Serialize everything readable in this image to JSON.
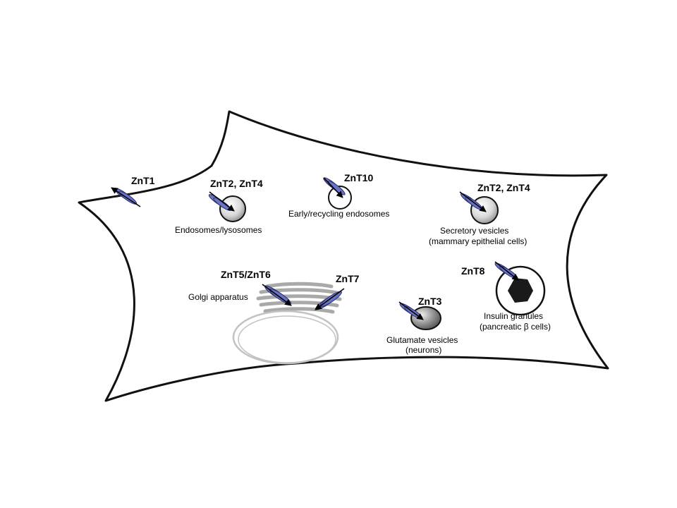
{
  "colors": {
    "transporter": "#6a74c4",
    "transporter_edge": "#2b2f6b",
    "membrane": "#111111",
    "golgi": "#a9a9a9",
    "nucleus": "#c8c8c8",
    "granule_core": "#1a1a1a"
  },
  "transporters": {
    "znt1": "ZnT1",
    "znt2_znt4_endo": "ZnT2, ZnT4",
    "znt10": "ZnT10",
    "znt2_znt4_secretory": "ZnT2, ZnT4",
    "znt5_znt6": "ZnT5/ZnT6",
    "znt7": "ZnT7",
    "znt3": "ZnT3",
    "znt8": "ZnT8"
  },
  "organelles": {
    "endosomes_lysosomes": "Endosomes/lysosomes",
    "early_recycling": "Early/recycling endosomes",
    "secretory_line1": "Secretory vesicles",
    "secretory_line2": "(mammary epithelial cells)",
    "golgi": "Golgi apparatus",
    "glutamate_line1": "Glutamate vesicles",
    "glutamate_line2": "(neurons)",
    "insulin_line1": "Insulin granules",
    "insulin_line2": "(pancreatic β cells)"
  }
}
